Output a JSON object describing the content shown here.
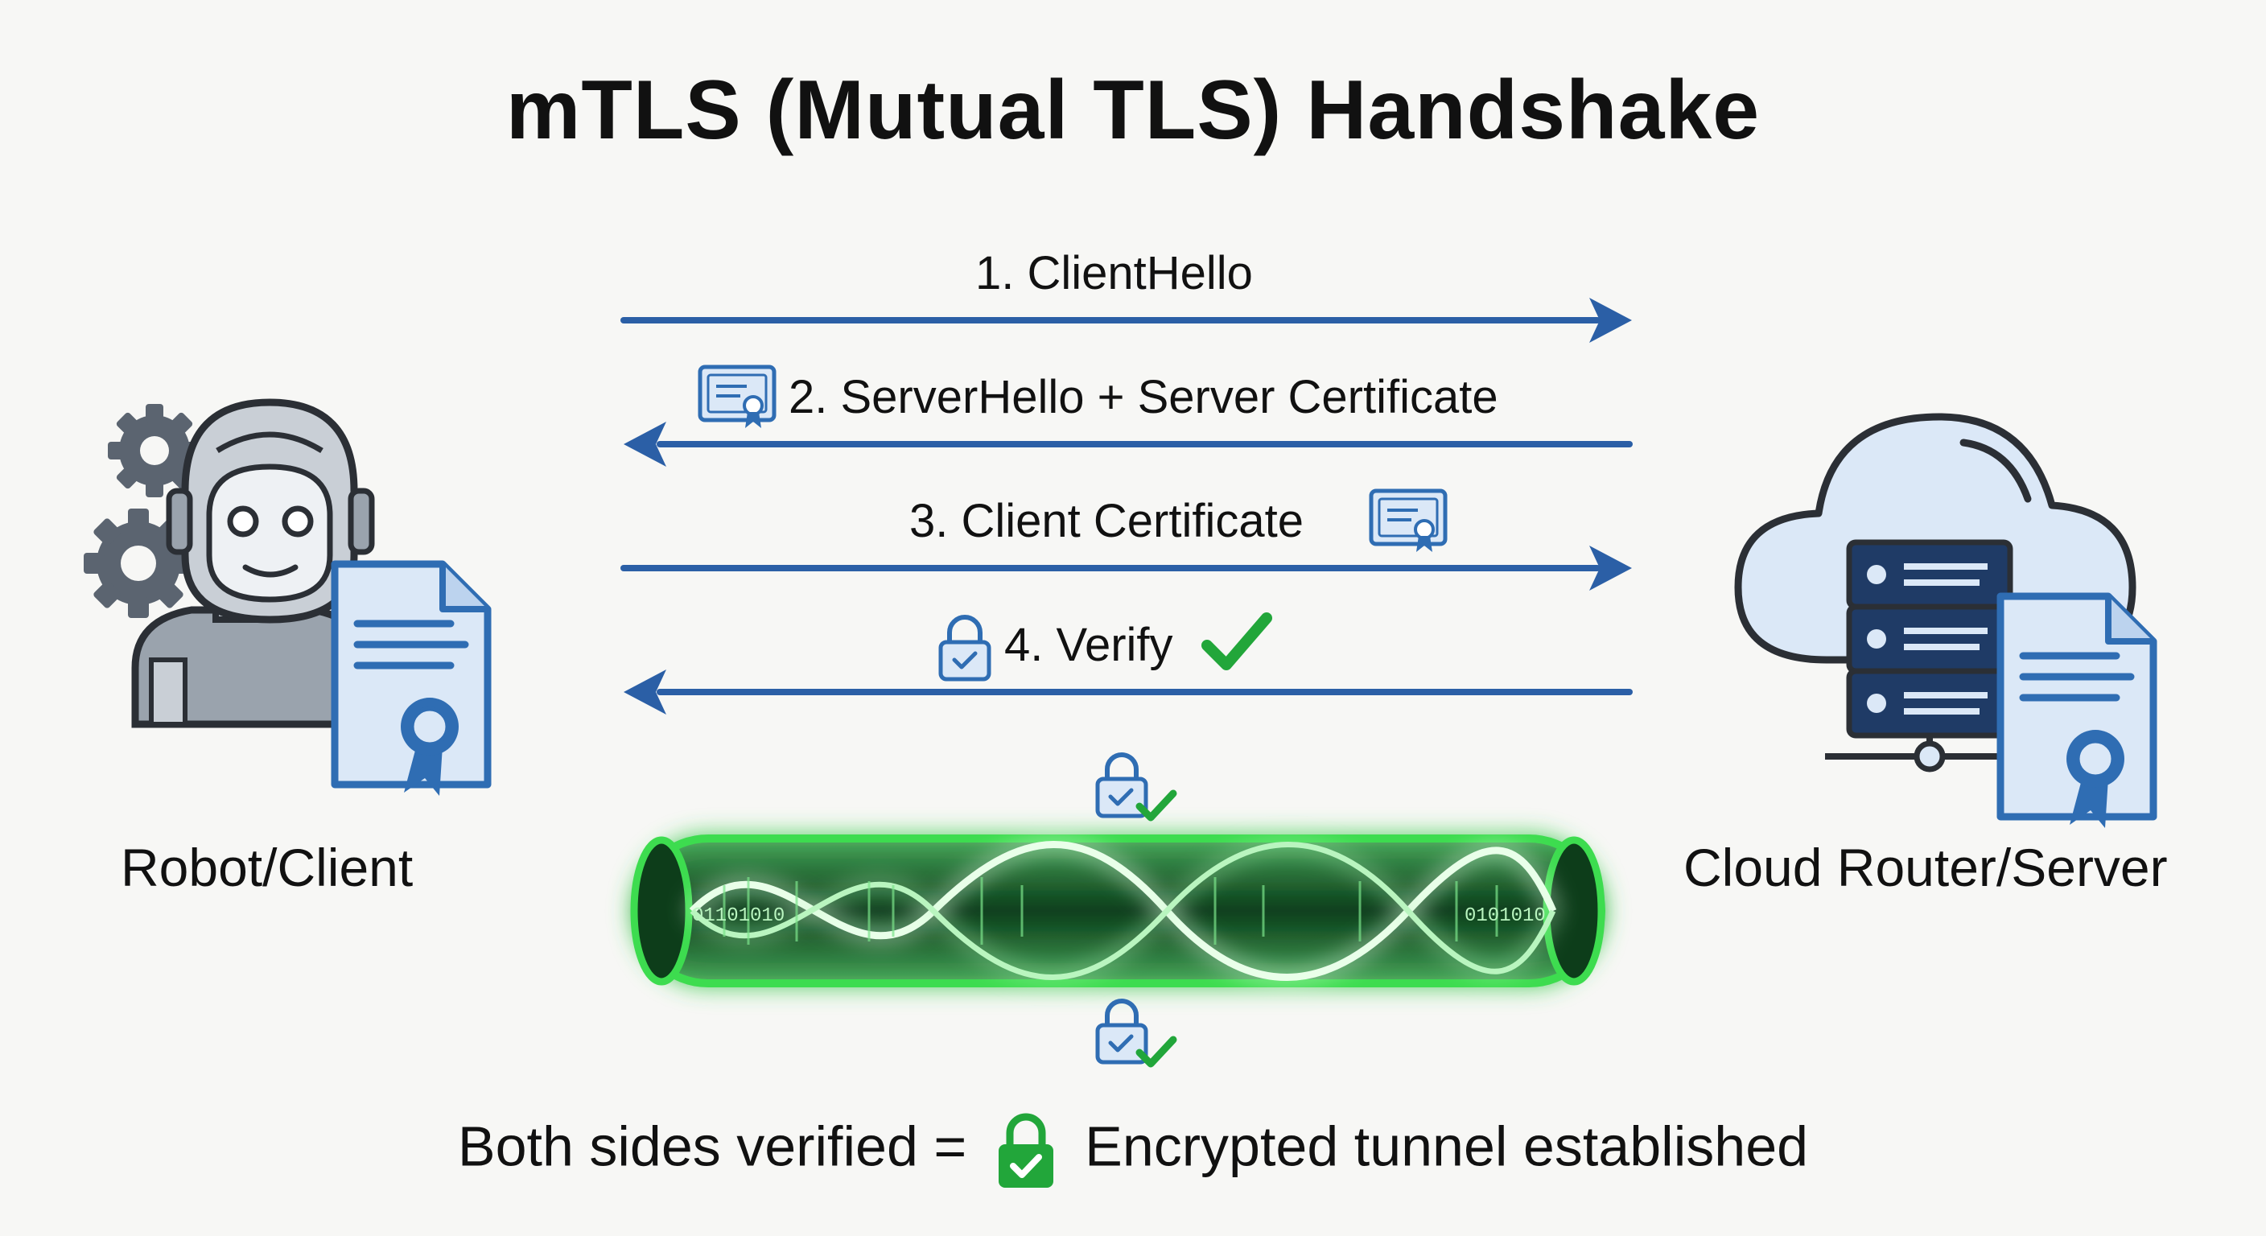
{
  "title": "mTLS (Mutual TLS) Handshake",
  "colors": {
    "arrow": "#2b5fa6",
    "accent_green": "#22a63a",
    "tunnel_glow": "#3ddc4f",
    "icon_blue": "#2f6db3",
    "icon_fill": "#dbe8f7"
  },
  "steps": [
    {
      "label": "1. ClientHello",
      "direction": "right"
    },
    {
      "label": "2. ServerHello + Server Certificate",
      "direction": "left",
      "icon": "certificate-icon"
    },
    {
      "label": "3. Client Certificate",
      "direction": "right",
      "icon": "certificate-icon"
    },
    {
      "label": "4. Verify",
      "direction": "left",
      "icon": "lock-icon",
      "suffix_icon": "checkmark-icon"
    }
  ],
  "client": {
    "label": "Robot/Client",
    "icons": [
      "robot-icon",
      "gear-icon",
      "certificate-document-icon"
    ]
  },
  "server": {
    "label": "Cloud Router/Server",
    "icons": [
      "cloud-icon",
      "server-rack-icon",
      "certificate-document-icon"
    ]
  },
  "tunnel": {
    "binary_left": "01101010",
    "binary_right": "0101010",
    "icons": [
      "lock-check-icon"
    ]
  },
  "footer": {
    "prefix": "Both sides verified =",
    "suffix": "Encrypted tunnel established",
    "icon": "green-lock-check-icon"
  }
}
